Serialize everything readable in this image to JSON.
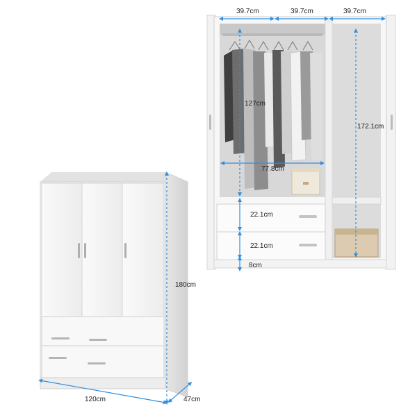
{
  "measurements": {
    "door_width_1": "39.7cm",
    "door_width_2": "39.7cm",
    "door_width_3": "39.7cm",
    "hanging_height": "127cm",
    "inner_width": "77.8cm",
    "right_height": "172.1cm",
    "drawer_height_1": "22.1cm",
    "drawer_height_2": "22.1cm",
    "base_height": "8cm",
    "total_height": "180cm",
    "total_width": "120cm",
    "total_depth": "47cm"
  },
  "colors": {
    "dimension_line": "#2f8fe0",
    "cabinet": "#f5f5f5",
    "interior": "#d9d9d9"
  }
}
